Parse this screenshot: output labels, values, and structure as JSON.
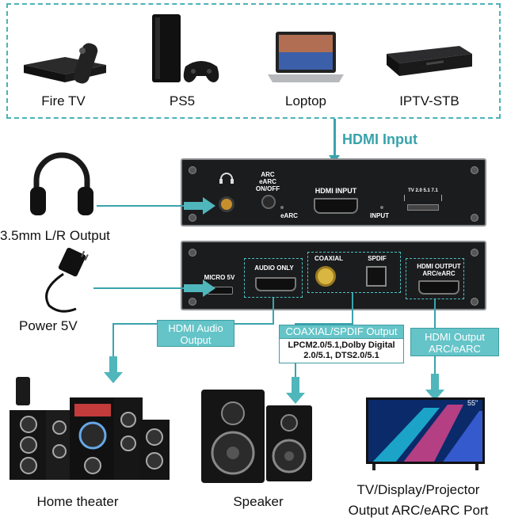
{
  "sources": [
    {
      "label": "Fire TV",
      "icon": "fire-tv-icon"
    },
    {
      "label": "PS5",
      "icon": "ps5-icon"
    },
    {
      "label": "Loptop",
      "icon": "laptop-icon"
    },
    {
      "label": "IPTV-STB",
      "icon": "set-top-box-icon"
    }
  ],
  "hdmi_input_label": "HDMI Input",
  "front_panel": {
    "arc_switch": [
      "ARC",
      "eARC",
      "ON/OFF"
    ],
    "earc": "eARC",
    "hdmi_input": "HDMI INPUT",
    "input": "INPUT",
    "mode_labels": "TV 2.0 5.1 7.1"
  },
  "rear_panel": {
    "micro5v": "MICRO 5V",
    "audio_only": "AUDIO ONLY",
    "coaxial": "COAXIAL",
    "spdif": "SPDIF",
    "hdmi_output": [
      "HDMI OUTPUT",
      "ARC/eARC"
    ]
  },
  "left_labels": {
    "headphone": "3.5mm L/R Output",
    "power": "Power 5V"
  },
  "callouts": {
    "hdmi_audio": [
      "HDMI Audio",
      "Output"
    ],
    "coaxial_spdif": "COAXIAL/SPDIF Output",
    "coaxial_spdif_detail": [
      "LPCM2.0/5.1,Dolby Digital",
      "2.0/5.1, DTS2.0/5.1"
    ],
    "hdmi_output": [
      "HDMI Output",
      "ARC/eARC"
    ]
  },
  "tv_size": "55\"",
  "outputs": {
    "home_theater": "Home theater",
    "speaker": "Speaker",
    "tv": [
      "TV/Display/Projector",
      "Output ARC/eARC Port"
    ]
  }
}
